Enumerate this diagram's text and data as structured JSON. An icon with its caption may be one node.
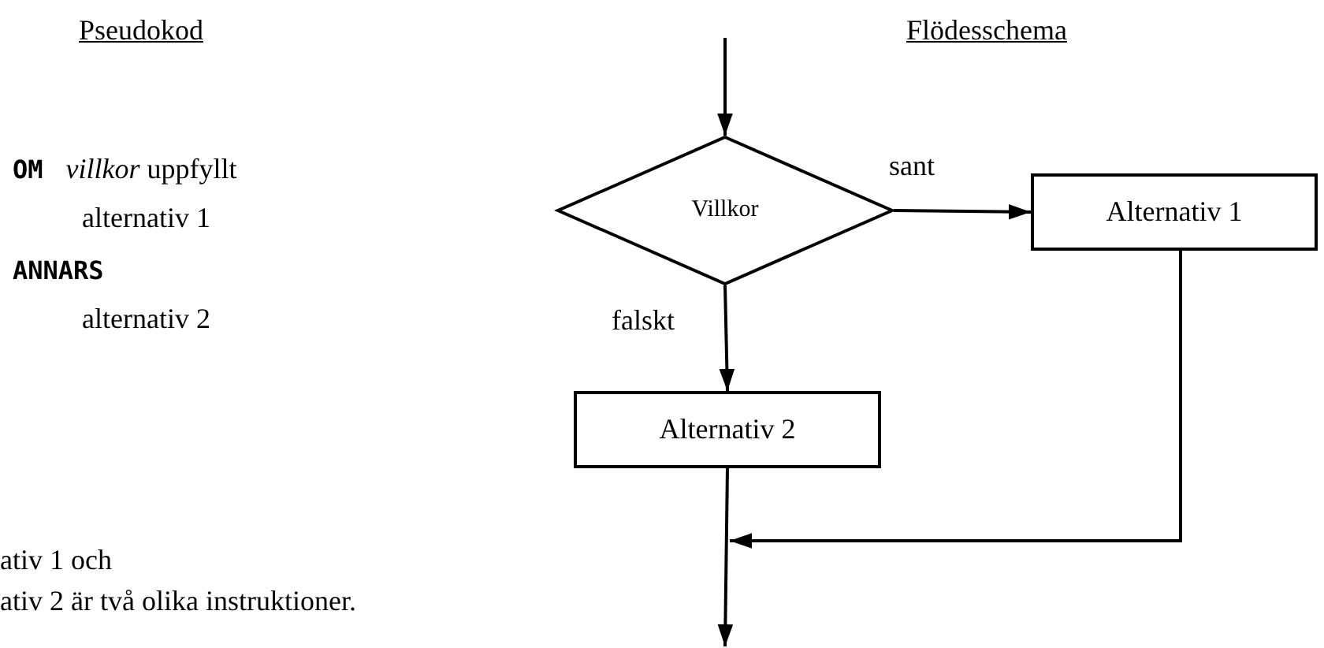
{
  "diagram": {
    "nodes": [
      {
        "text": [
          "Villkor"
        ]
      },
      {
        "text": [
          "Alternativ 1"
        ]
      },
      {
        "text": [
          "Alternativ 2"
        ]
      }
    ],
    "edges": [
      {
        "from": null,
        "to": 0,
        "arrow": "to"
      },
      {
        "from": 0,
        "to": 1,
        "arrow": "to",
        "label": "sant"
      },
      {
        "from": 0,
        "to": 2,
        "arrow": "to",
        "label": "falskt"
      },
      {
        "from": 1,
        "to": null,
        "arrow": "to"
      },
      {
        "from": 2,
        "to": null,
        "arrow": "to"
      }
    ],
    "labels": [
      "Pseudokod",
      "Flödesschema",
      "**OM** *villkor* uppfyllt",
      "alternativ 1",
      "ANNARS",
      "alternativ 2",
      "ativ 1 och",
      "ativ 2 är två olika instruktioner."
    ]
  }
}
